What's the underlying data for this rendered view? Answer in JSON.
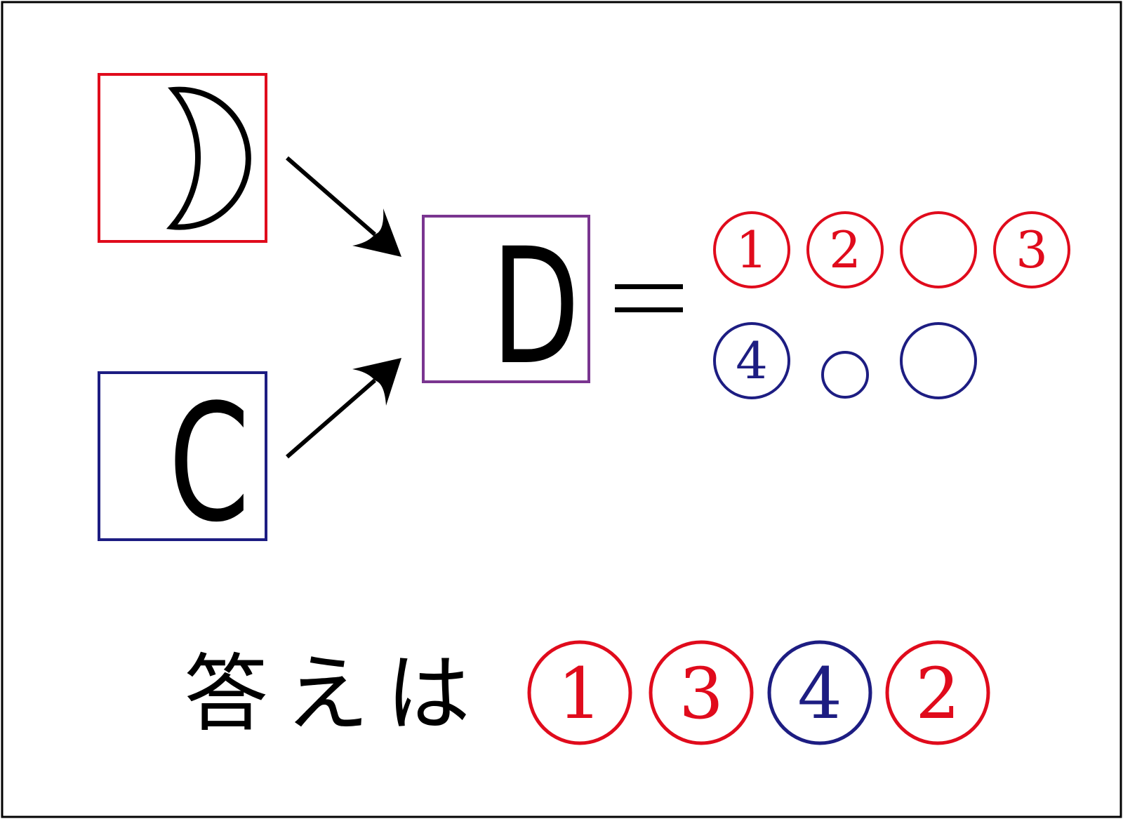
{
  "colors": {
    "red": "#e00b1c",
    "blue": "#1d1d82",
    "purple": "#7a3590",
    "black": "#000000"
  },
  "puzzle": {
    "top_box_icon": "crescent-moon-icon",
    "bottom_box_letter": "C",
    "result_box_letter": "D",
    "equals_icon": "equals-sign-icon"
  },
  "slots": {
    "row1": [
      {
        "label": "1",
        "color": "red"
      },
      {
        "label": "2",
        "color": "red"
      },
      {
        "label": "",
        "color": "red"
      },
      {
        "label": "3",
        "color": "red"
      }
    ],
    "row2": [
      {
        "label": "4",
        "color": "blue"
      },
      {
        "label": "",
        "color": "blue",
        "size": "small"
      },
      {
        "label": "",
        "color": "blue"
      }
    ]
  },
  "answer": {
    "prefix": "答えは",
    "digits": [
      {
        "label": "1",
        "color": "red"
      },
      {
        "label": "3",
        "color": "red"
      },
      {
        "label": "4",
        "color": "blue"
      },
      {
        "label": "2",
        "color": "red"
      }
    ]
  }
}
